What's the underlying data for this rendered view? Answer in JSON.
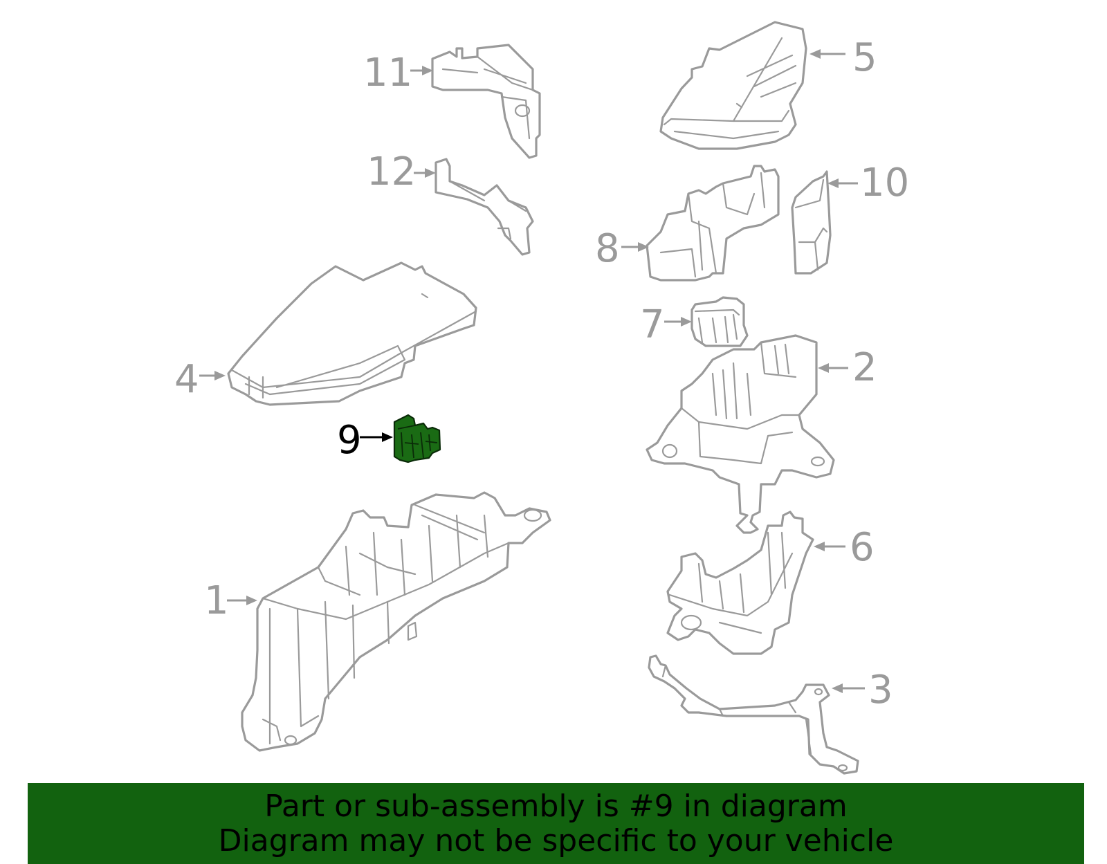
{
  "callouts": [
    {
      "num": "1"
    },
    {
      "num": "2"
    },
    {
      "num": "3"
    },
    {
      "num": "4"
    },
    {
      "num": "5"
    },
    {
      "num": "6"
    },
    {
      "num": "7"
    },
    {
      "num": "8"
    },
    {
      "num": "9"
    },
    {
      "num": "10"
    },
    {
      "num": "11"
    },
    {
      "num": "12"
    }
  ],
  "highlighted_part": "9",
  "colors": {
    "line_gray": "#9a9a9a",
    "highlight_fill": "#1a6b14",
    "banner_bg": "#12620f"
  },
  "banner": {
    "line1": "Part or sub-assembly is #9 in diagram",
    "line2": "Diagram may not be specific to your vehicle"
  }
}
